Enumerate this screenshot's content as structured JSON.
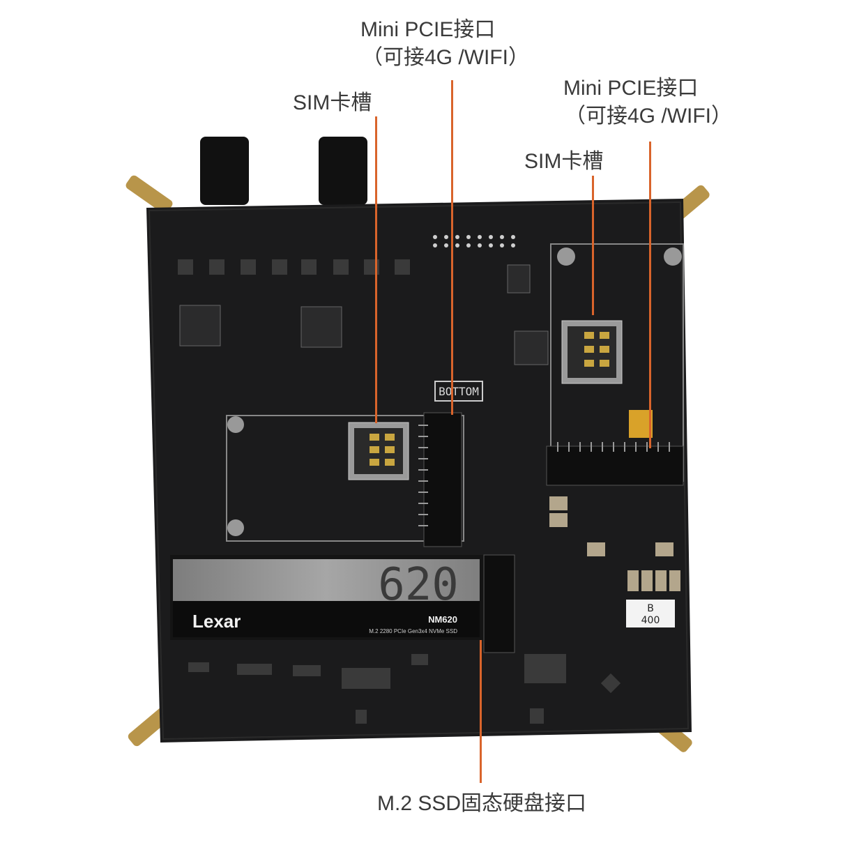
{
  "callouts": {
    "mini_pcie_left": {
      "line1": "Mini PCIE接口",
      "line2": "（可接4G /WIFI）"
    },
    "sim_left": "SIM卡槽",
    "mini_pcie_right": {
      "line1": "Mini PCIE接口",
      "line2": "（可接4G /WIFI）"
    },
    "sim_right": "SIM卡槽",
    "m2_ssd": "M.2 SSD固态硬盘接口"
  },
  "board": {
    "silkscreen_bottom": "BOTTOM",
    "fuse_label_letter": "B",
    "fuse_label_value": "400"
  },
  "ssd": {
    "brand": "Lexar",
    "model": "NM620",
    "model_big": "620",
    "spec": "M.2 2280 PCIe Gen3x4 NVMe SSD"
  },
  "colors": {
    "leader_line": "#d9642b",
    "pcb": "#1b1b1c",
    "text": "#3a3a3a"
  }
}
